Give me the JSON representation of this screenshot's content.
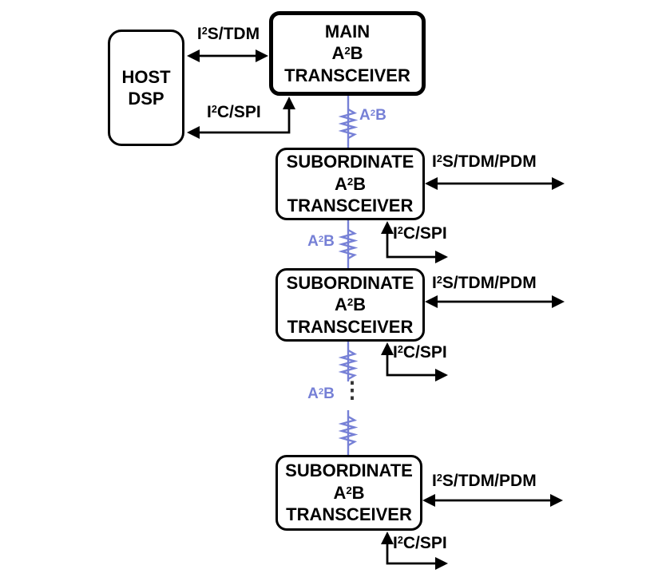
{
  "colors": {
    "bus": "#7680d6",
    "line": "#000000",
    "background": "#ffffff"
  },
  "labels": {
    "i2s_tdm": {
      "pre": "I",
      "sup": "2",
      "post": "S/TDM"
    },
    "i2c_spi": {
      "pre": "I",
      "sup": "2",
      "post": "C/SPI"
    },
    "i2s_tdm_pdm": {
      "pre": "I",
      "sup": "2",
      "post": "S/TDM/PDM"
    },
    "a2b": {
      "pre": "A",
      "sup": "2",
      "post": "B"
    }
  },
  "host": {
    "line1": "HOST",
    "line2": "DSP"
  },
  "main": {
    "line1": "MAIN",
    "line3": "TRANSCEIVER"
  },
  "subordinates": [
    {
      "line1": "SUBORDINATE",
      "line3": "TRANSCEIVER"
    },
    {
      "line1": "SUBORDINATE",
      "line3": "TRANSCEIVER"
    },
    {
      "line1": "SUBORDINATE",
      "line3": "TRANSCEIVER"
    }
  ],
  "ellipsis": "⋮"
}
